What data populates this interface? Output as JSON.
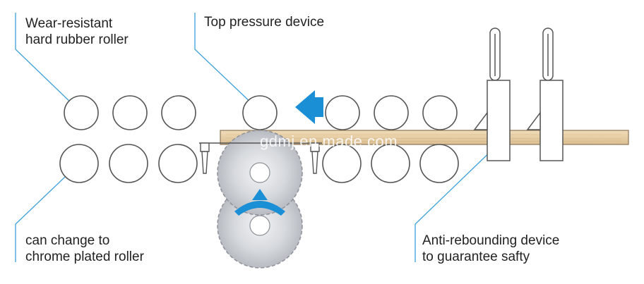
{
  "labels": {
    "roller_top": [
      "Wear-resistant",
      "hard rubber roller"
    ],
    "pressure": "Top pressure device",
    "roller_bottom": [
      "can change to",
      "chrome plated roller"
    ],
    "anti_rebound": [
      "Anti-rebounding device",
      "to guarantee safty"
    ]
  },
  "watermark": "gdmj.en.made.com",
  "colors": {
    "leader_line": "#3aa0d8",
    "arrow": "#1a8fd6",
    "outline": "#555555",
    "wood": "#e8cfa8",
    "blade": "#c9ccd0"
  }
}
